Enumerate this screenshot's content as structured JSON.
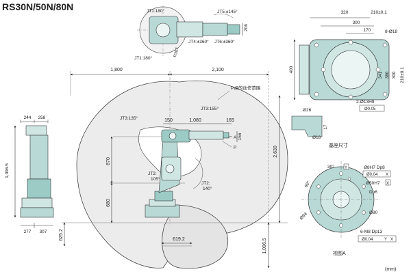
{
  "title": "RS30N/50N/80N",
  "unit": "(mm)",
  "top_view": {
    "jt1_top": "JT1:180°",
    "jt1_bottom": "JT1:180°",
    "jt5": "JT5:±145°",
    "jt4": "JT4:±360°",
    "jt6": "JT6:±360°",
    "r307": "R307",
    "d206": "206"
  },
  "left_view": {
    "d244": "244",
    "d258": "258",
    "d1096": "1,096.5",
    "d277": "277",
    "d307": "307"
  },
  "main": {
    "d1800": "1,800",
    "d2100": "2,100",
    "area_label": "P点的动作范围",
    "jt3_135": "JT3:135°",
    "jt3_155": "JT3:155°",
    "d150": "150",
    "d1080": "1,080",
    "d165": "165",
    "d156": "156",
    "point_a": "A",
    "point_p": "P",
    "d2630": "2,630",
    "d870": "870",
    "d680": "680",
    "jt2_105": "JT2:\n105°",
    "jt2_140": "JT2:\n140°",
    "d625": "625.2",
    "d619": "619.2",
    "d1096b": "1,096.5"
  },
  "base": {
    "d320": "320",
    "d210a": "210±0.1",
    "d300": "300",
    "d170": "170",
    "d400": "400",
    "d341": "341",
    "d380": "380",
    "d300v": "300",
    "d210b": "210±0.1",
    "hole8": "8-Ø18",
    "hole2": "2-Ø13H9",
    "tol": "Ø0.05",
    "d26": "Ø26",
    "d17": "17",
    "d18": "Ø18",
    "caption": "基座尺寸"
  },
  "flange": {
    "ang30": "30°",
    "ang60": "60°",
    "h8": "Ø8H7 Dp8",
    "tol1": "Ø0.04",
    "h50": "Ø50H7",
    "dp6": "Dp6",
    "d80": "Ø80",
    "d94": "Ø94",
    "m8": "6-M8 Dp13",
    "tol2": "Ø0.04",
    "y": "Y",
    "x": "X",
    "caption": "视图A"
  }
}
